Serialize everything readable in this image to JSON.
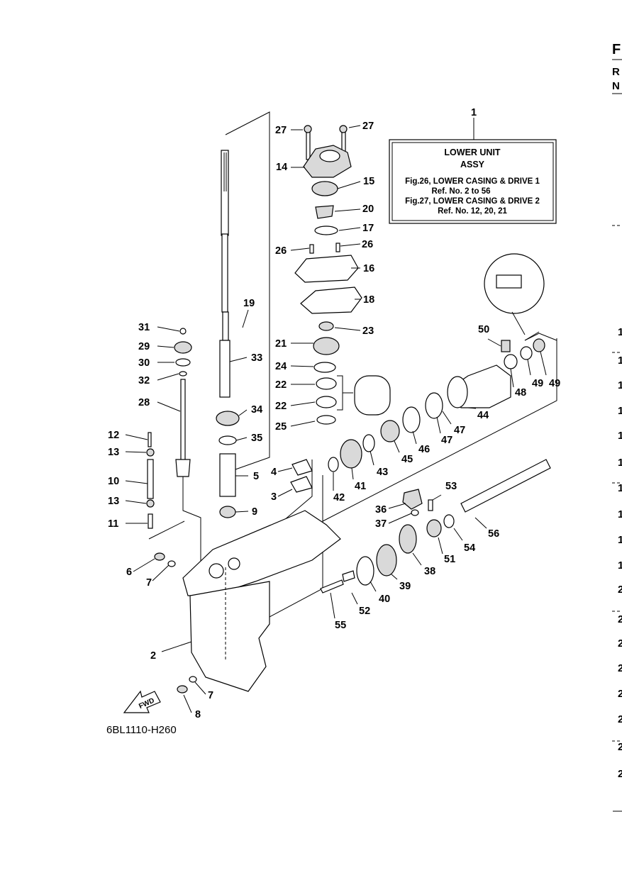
{
  "header_fragments": {
    "top": "F",
    "line1": "R",
    "line2": "N"
  },
  "assy_box": {
    "callout": "1",
    "title_line1": "LOWER UNIT",
    "title_line2": "ASSY",
    "ref1_line1": "Fig.26, LOWER CASING & DRIVE 1",
    "ref1_line2": "Ref. No. 2 to 56",
    "ref2_line1": "Fig.27, LOWER CASING & DRIVE 2",
    "ref2_line2": "Ref. No. 12, 20, 21"
  },
  "callouts": [
    "27",
    "27",
    "14",
    "15",
    "20",
    "17",
    "26",
    "26",
    "16",
    "18",
    "23",
    "21",
    "24",
    "22",
    "22",
    "25",
    "19",
    "31",
    "29",
    "30",
    "32",
    "33",
    "28",
    "34",
    "35",
    "12",
    "13",
    "10",
    "13",
    "11",
    "5",
    "4",
    "3",
    "9",
    "6",
    "7",
    "2",
    "7",
    "8",
    "50",
    "49",
    "49",
    "48",
    "44",
    "47",
    "47",
    "46",
    "45",
    "43",
    "41",
    "42",
    "53",
    "36",
    "37",
    "51",
    "54",
    "56",
    "38",
    "39",
    "40",
    "52",
    "55"
  ],
  "fwd_label": "FWD",
  "diagram_code": "6BL1110-H260",
  "right_edge_fragments": [
    "1",
    "1",
    "1",
    "1",
    "1",
    "1",
    "1",
    "1",
    "1",
    "1",
    "2",
    "2",
    "2",
    "2",
    "2",
    "2",
    "2",
    "2"
  ]
}
